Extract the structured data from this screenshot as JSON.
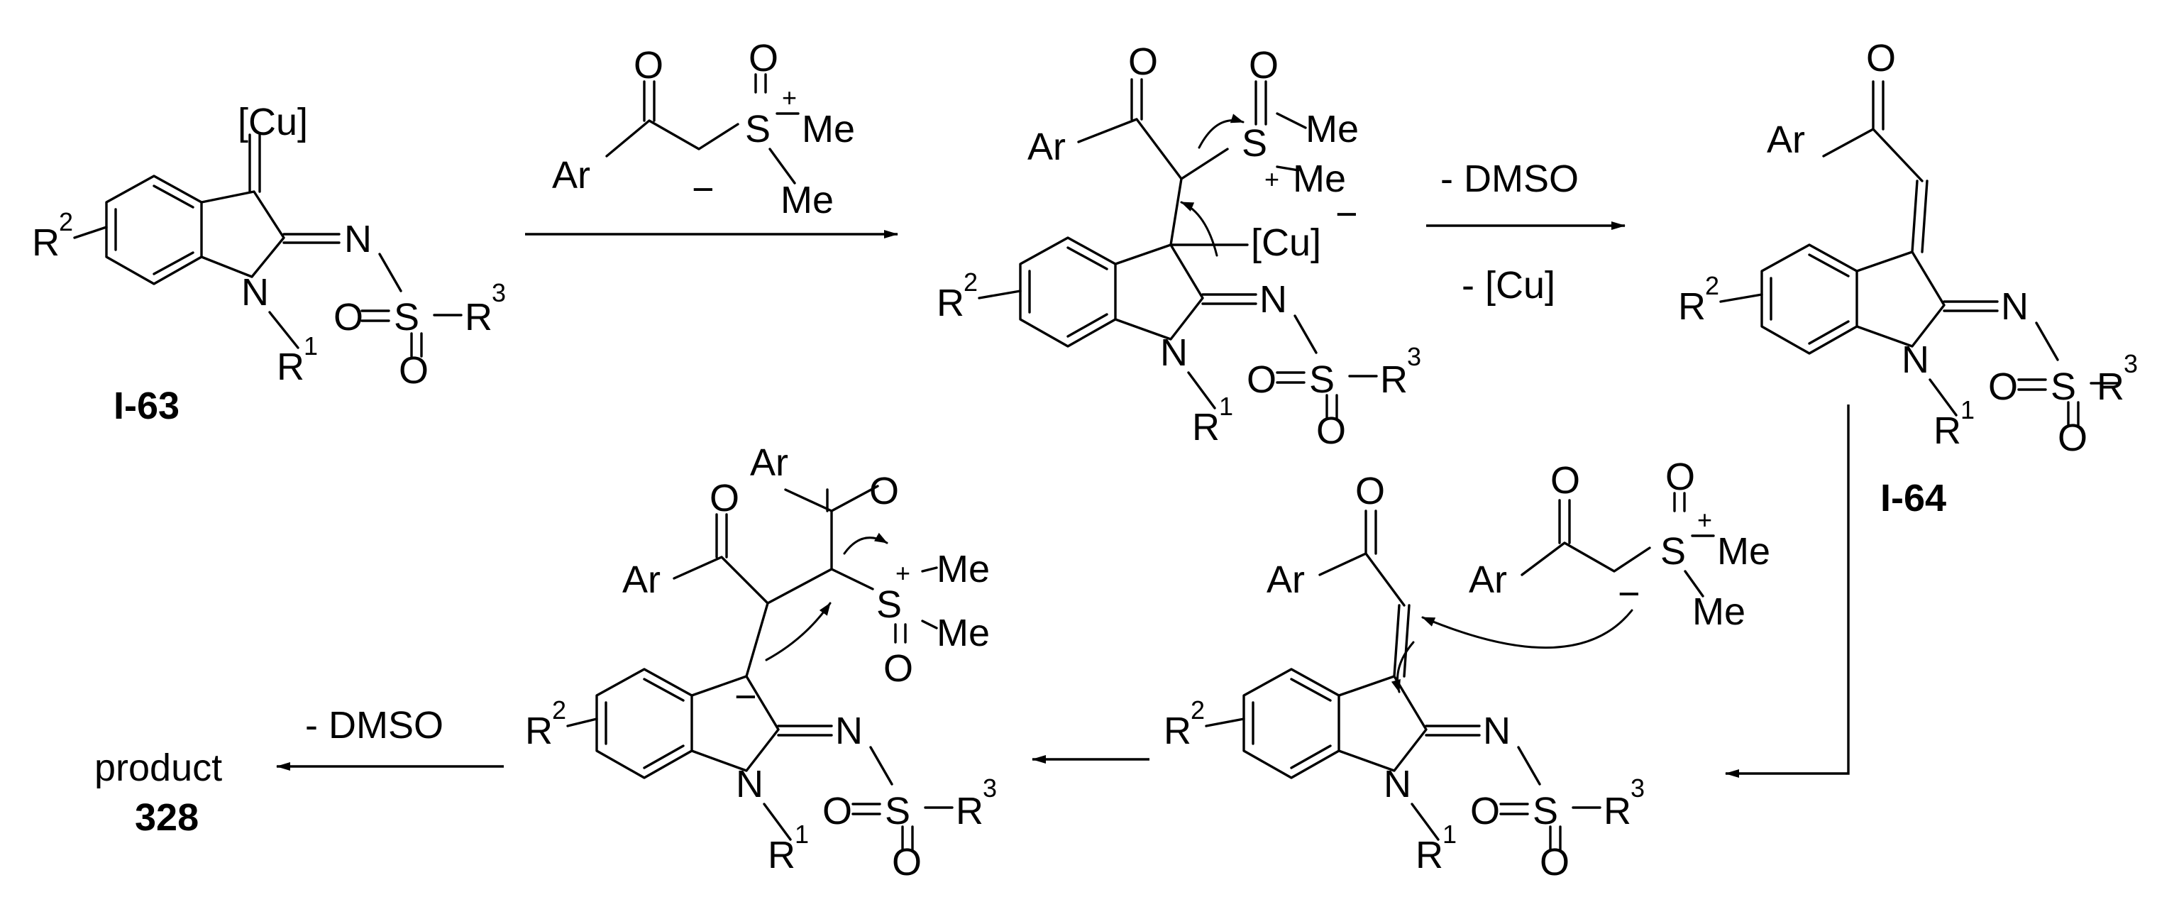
{
  "labels": {
    "cu": "[Cu]",
    "cu_minus": "[Cu]",
    "n": "N",
    "s": "S",
    "o": "O",
    "ar": "Ar",
    "me": "Me",
    "r1": "R",
    "r2": "R",
    "r3": "R",
    "sup1": "1",
    "sup2": "2",
    "sup3": "3",
    "plus": "+",
    "minus": "−"
  },
  "compounds": {
    "i63": "I-63",
    "i64": "I-64",
    "product_word": "product",
    "product_number": "328"
  },
  "conditions": {
    "dmso_1": "- DMSO",
    "cu_loss": "- [Cu]",
    "dmso_2": "- DMSO"
  }
}
